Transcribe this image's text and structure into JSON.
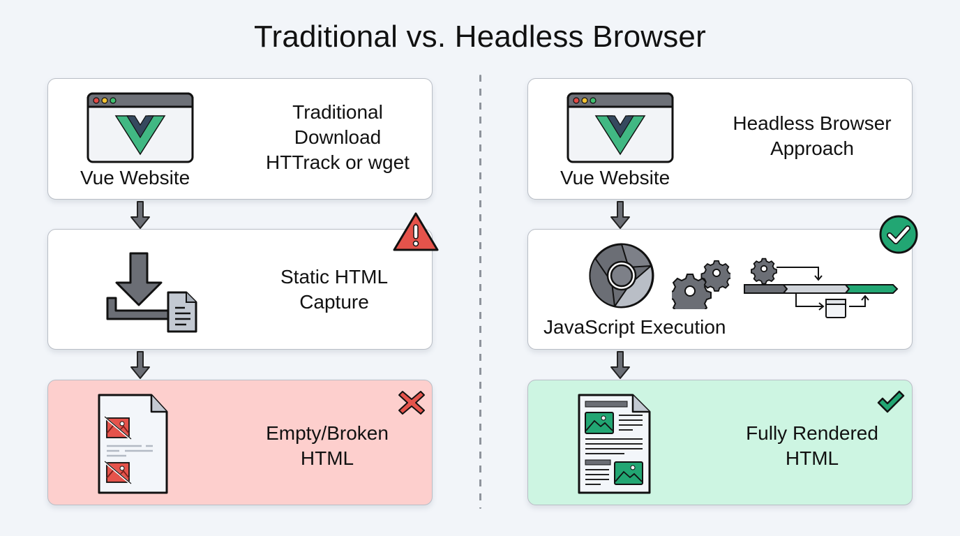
{
  "title": "Traditional vs. Headless Browser",
  "colors": {
    "background": "#f2f5f9",
    "card_border": "#b9bec6",
    "error_card": "#fdcfcd",
    "success_card": "#cdf5e2",
    "error_red": "#e5534b",
    "success_green": "#22a673",
    "vue_green": "#41b883",
    "vue_dark": "#35495e",
    "icon_gray": "#6b6e75"
  },
  "left_column": {
    "heading": "Traditional",
    "steps": [
      {
        "id": "source",
        "icon": "vue-browser-window-icon",
        "icon_label": "Vue Website",
        "text_lines": [
          "Traditional",
          "Download",
          "HTTrack or wget"
        ]
      },
      {
        "id": "capture",
        "icon": "download-tray-document-icon",
        "text_lines": [
          "Static HTML",
          "Capture"
        ],
        "badge": "warning-triangle-icon"
      },
      {
        "id": "result",
        "icon": "broken-document-icon",
        "text_lines": [
          "Empty/Broken",
          "HTML"
        ],
        "badge": "x-mark-icon",
        "status": "error"
      }
    ]
  },
  "right_column": {
    "heading": "Headless Browser",
    "steps": [
      {
        "id": "source",
        "icon": "vue-browser-window-icon",
        "icon_label": "Vue Website",
        "text_lines": [
          "Headless Browser",
          "Approach"
        ]
      },
      {
        "id": "execution",
        "icon": "chrome-gears-pipeline-icon",
        "icon_label": "JavaScript Execution",
        "badge": "check-circle-icon"
      },
      {
        "id": "result",
        "icon": "rendered-document-icon",
        "text_lines": [
          "Fully Rendered",
          "HTML"
        ],
        "badge": "check-mark-icon",
        "status": "success"
      }
    ]
  }
}
